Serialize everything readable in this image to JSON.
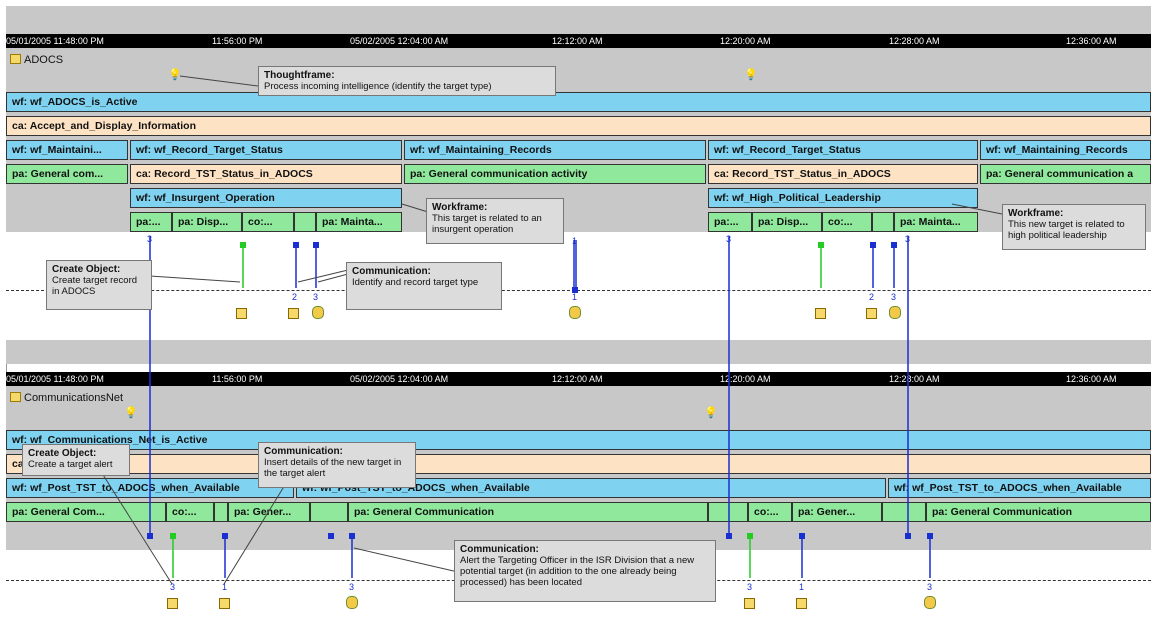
{
  "timeline": {
    "ticks": [
      "05/01/2005 11:48:00 PM",
      "11:56:00 PM",
      "05/02/2005 12:04:00 AM",
      "12:12:00 AM",
      "12:20:00 AM",
      "12:28:00 AM",
      "12:36:00 AM"
    ]
  },
  "top": {
    "title": "ADOCS",
    "row_wf": "wf: wf_ADOCS_is_Active",
    "row_ca": "ca: Accept_and_Display_Information",
    "wf_a": "wf: wf_Maintaini...",
    "wf_b": "wf: wf_Record_Target_Status",
    "wf_c": "wf: wf_Maintaining_Records",
    "wf_d": "wf: wf_Record_Target_Status",
    "wf_e": "wf: wf_Maintaining_Records",
    "pa_a": "pa: General com...",
    "ca_b": "ca: Record_TST_Status_in_ADOCS",
    "pa_c": "pa: General communication activity",
    "ca_d": "ca: Record_TST_Status_in_ADOCS",
    "pa_e": "pa: General communication a",
    "wf_insurgent": "wf: wf_Insurgent_Operation",
    "wf_political": "wf: wf_High_Political_Leadership",
    "sub1": [
      "pa:...",
      "pa: Disp...",
      "co:...",
      "",
      "pa: Mainta..."
    ],
    "sub2": [
      "pa:...",
      "pa: Disp...",
      "co:...",
      "",
      "pa: Mainta..."
    ],
    "callouts": {
      "thoughtframe_title": "Thoughtframe:",
      "thoughtframe_text": "Process incoming intelligence (identify the target type)",
      "workframe1_title": "Workframe:",
      "workframe1_text": "This target is related to an insurgent operation",
      "workframe2_title": "Workframe:",
      "workframe2_text": "This new target is related to high political leadership",
      "create_title": "Create Object:",
      "create_text": "Create target record in ADOCS",
      "comm_title": "Communication:",
      "comm_text": "Identify and record target type"
    },
    "nums": [
      "3",
      "2",
      "3",
      "1",
      "3",
      "2",
      "3",
      "3",
      "1"
    ]
  },
  "bottom": {
    "title": "CommunicationsNet",
    "row_wf": "wf: wf_Communications_Net_is_Active",
    "row_ca": "ca: ...cations_Net",
    "wf_a": "wf: wf_Post_TST_to_ADOCS_when_Available",
    "wf_b": "wf: wf_Post_TST_to_ADOCS_when_Available",
    "wf_c": "wf: wf_Post_TST_to_ADOCS_when_Available",
    "pa_segments": [
      "pa: General Com...",
      "co:...",
      "pa: Gener...",
      "pa: General Communication",
      "co:...",
      "pa: Gener...",
      "pa: General Communication"
    ],
    "callouts": {
      "create_title": "Create Object:",
      "create_text": "Create a target alert",
      "comm1_title": "Communication:",
      "comm1_text": "Insert details of the new target in the target alert",
      "comm2_title": "Communication:",
      "comm2_text": "Alert the Targeting Officer in the ISR Division that a new potential target (in addition to the one already being processed) has been located"
    },
    "nums": [
      "3",
      "1",
      "3",
      "3",
      "1",
      "3"
    ]
  },
  "icons": {
    "bulb": "lightbulb-icon",
    "object": "object-cube-icon",
    "hand": "communication-hand-icon",
    "window": "window-icon"
  },
  "colors": {
    "wf_blue": "#7fd3f0",
    "ca_peach": "#fde3c4",
    "pa_green": "#8fe89c",
    "arrow_blue": "#1a2fd0",
    "arrow_green": "#22cc22"
  }
}
